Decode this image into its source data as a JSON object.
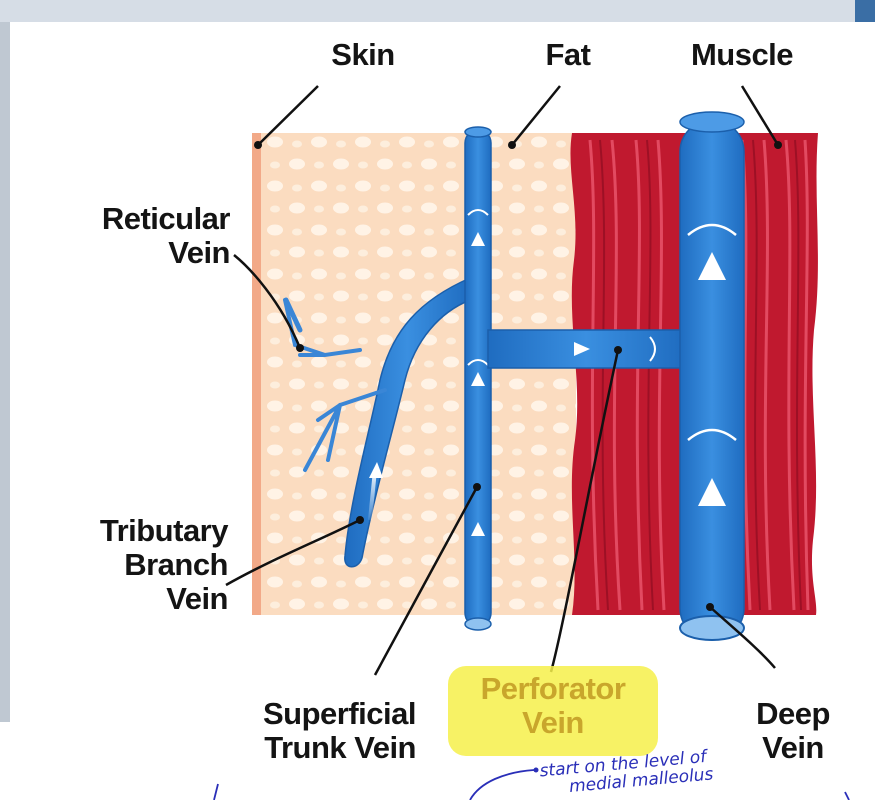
{
  "labels": {
    "skin": "Skin",
    "fat": "Fat",
    "muscle": "Muscle",
    "reticular_line1": "Reticular",
    "reticular_line2": "Vein",
    "tributary_line1": "Tributary",
    "tributary_line2": "Branch",
    "tributary_line3": "Vein",
    "superficial_line1": "Superficial",
    "superficial_line2": "Trunk Vein",
    "perforator_line1": "Perforator",
    "perforator_line2": "Vein",
    "deep_line1": "Deep",
    "deep_line2": "Vein"
  },
  "annotation": {
    "line1": "start on the level of",
    "line2": "medial malleolus"
  },
  "colors": {
    "skin": "#f6b89a",
    "fat": "#fbe0c6",
    "fat_blob": "#fff1e3",
    "muscle": "#c21d33",
    "muscle_streak": "#ea5a6b",
    "vein": "#2f80d4",
    "vein_dark": "#1b5fab",
    "highlight": "#f6f04a",
    "ink": "#2a2fb8"
  }
}
